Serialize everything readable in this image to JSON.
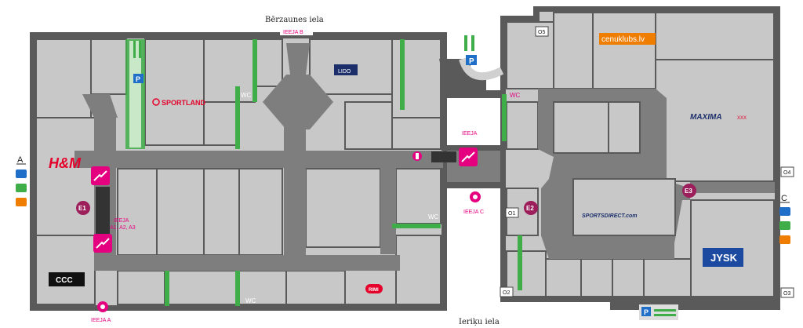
{
  "streets": {
    "north": "Bērzaunes iela",
    "south": "Ieriķu iela"
  },
  "entrances": {
    "b": "IEEJA B",
    "a": "IEEJA A",
    "c": "IEEJA C",
    "center": "IEEJA",
    "left_a": "IEEJA",
    "left_b": "A1, A2, A3"
  },
  "stores": {
    "hm": "H&M",
    "sportland": "SPORTLAND",
    "lido": "LIDO",
    "maxima": "MAXIMA",
    "maxima_x": "XXX",
    "cenuklubs": "cenuklubs.lv",
    "sportsdirect": "SPORTSDIRECT.com",
    "jysk": "JYSK",
    "ccc": "CCC",
    "rimi": "RIMI"
  },
  "exits": {
    "o1": "O1",
    "o2": "O2",
    "o3": "O3",
    "o4": "O4",
    "o5": "O5"
  },
  "elevators": {
    "e1": "E1",
    "e2": "E2",
    "e3": "E3"
  },
  "wc_label": "WC",
  "parking_label": "P",
  "side_letters": {
    "a": "A",
    "c": "C"
  },
  "colors": {
    "wall": "#5a5a5a",
    "floor": "#c8c8c8",
    "corridor": "#7e7e7e",
    "accent": "#e4007e",
    "green": "#3fae49",
    "parking": "#1f6fc9"
  }
}
